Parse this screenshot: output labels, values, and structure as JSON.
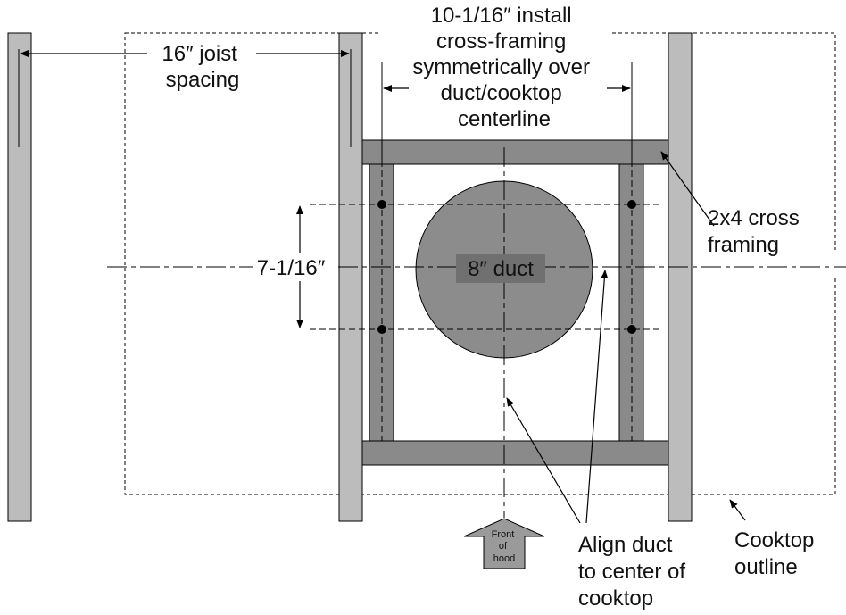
{
  "colors": {
    "joist": "#bcbcbc",
    "framing": "#8a8a8a",
    "duct": "#8c8c8c",
    "duct_label_bg": "#707070",
    "arrow_fill": "#9a9a9a",
    "line": "#000000"
  },
  "labels": {
    "joist_spacing": [
      "16″ joist",
      "spacing"
    ],
    "cross_framing_install": [
      "10-1/16″ install",
      "cross-framing",
      "symmetrically over",
      "duct/cooktop",
      "centerline"
    ],
    "vertical_dim": "7-1/16″",
    "duct": "8″ duct",
    "cross_framing": [
      "2x4 cross",
      "framing"
    ],
    "front_of_hood": [
      "Front",
      "of",
      "hood"
    ],
    "align_duct": [
      "Align duct",
      "to center of",
      "cooktop"
    ],
    "cooktop_outline": [
      "Cooktop",
      "outline"
    ]
  },
  "icons": [
    "front-of-hood-arrow-icon"
  ]
}
